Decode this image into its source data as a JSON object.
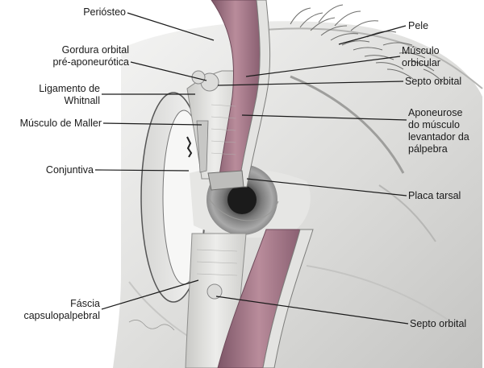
{
  "labels": {
    "periosteo": "Periósteo",
    "gordura_line1": "Gordura orbital",
    "gordura_line2": "pré-aponeurótica",
    "whitnall_line1": "Ligamento de",
    "whitnall_line2": "Whitnall",
    "maller": "Músculo de Maller",
    "conjuntiva": "Conjuntiva",
    "fascia_line1": "Fáscia",
    "fascia_line2": "capsulopalpebral",
    "pele": "Pele",
    "orbicular_line1": "Músculo",
    "orbicular_line2": "orbicular",
    "septo_superior": "Septo orbital",
    "aponeurose_line1": "Aponeurose",
    "aponeurose_line2": "do músculo",
    "aponeurose_line3": "levantador da",
    "aponeurose_line4": "pálpebra",
    "placa_tarsal": "Placa tarsal",
    "septo_inferior": "Septo orbital"
  },
  "colors": {
    "muscle": "#b88a98",
    "muscle_dark": "#8f6475",
    "tissue": "#d9d9d6",
    "tissue_light": "#ececea",
    "skin_shadow": "#9a9a98",
    "leader": "#1a1a1a"
  }
}
